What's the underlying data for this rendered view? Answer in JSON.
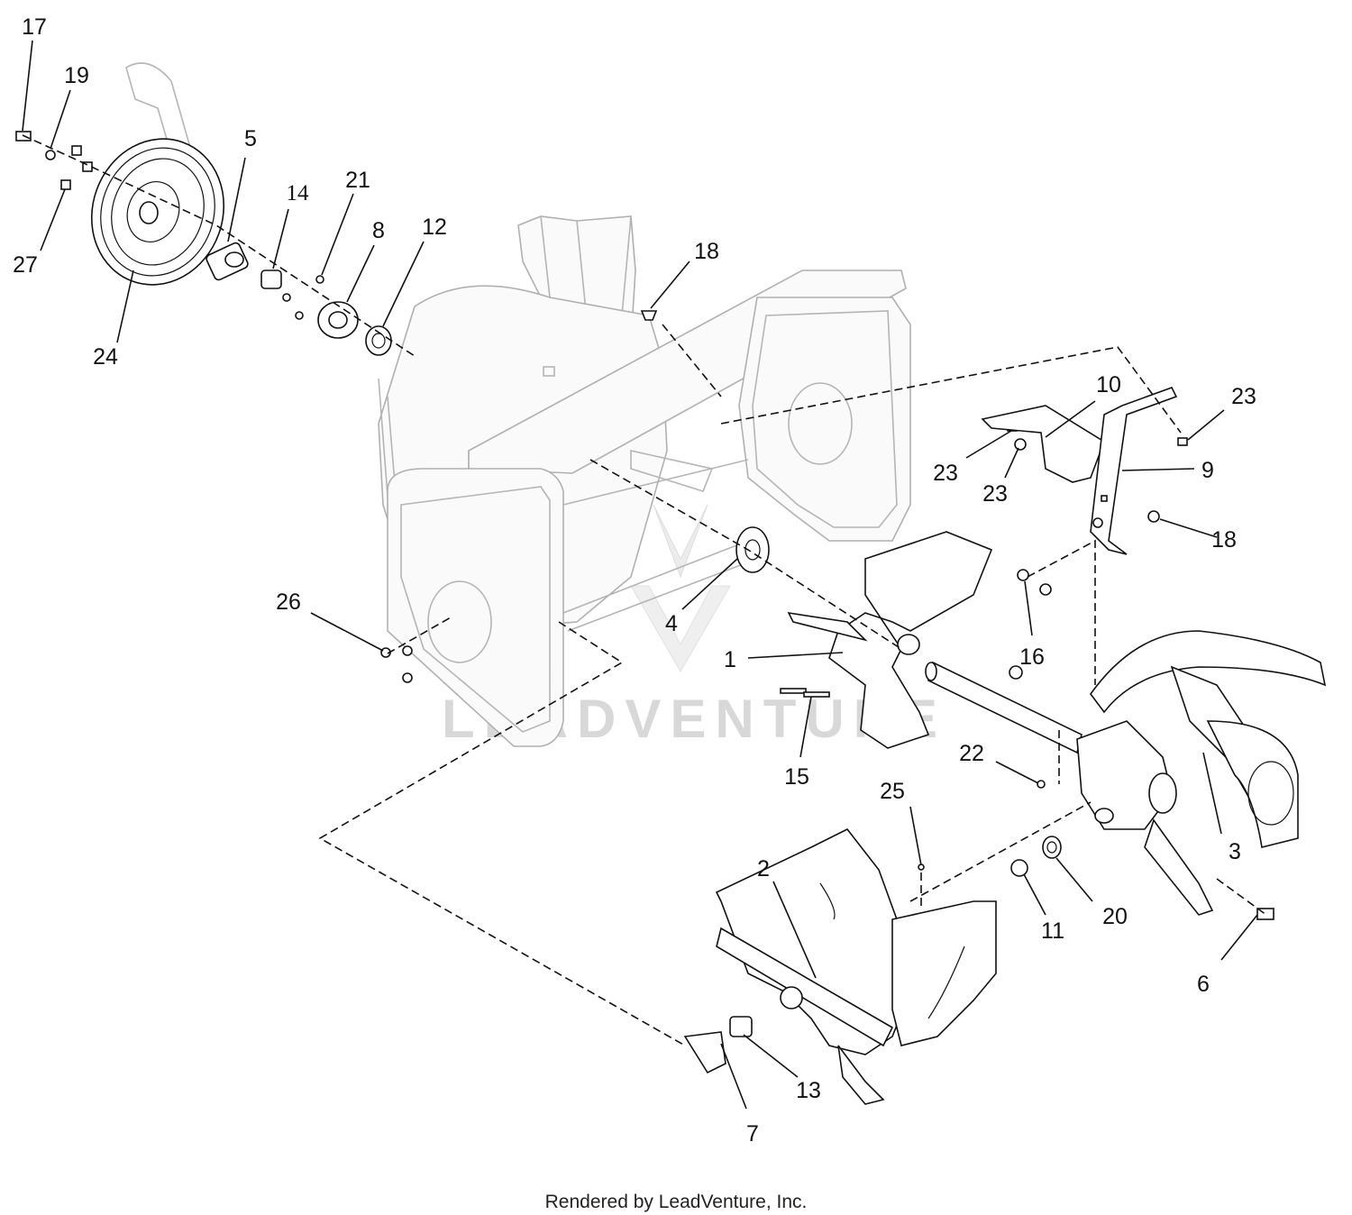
{
  "labels": {
    "p1": "1",
    "p2": "2",
    "p3": "3",
    "p4": "4",
    "p5": "5",
    "p6": "6",
    "p7": "7",
    "p8": "8",
    "p9": "9",
    "p10": "10",
    "p11": "11",
    "p12": "12",
    "p13": "13",
    "p14": "14",
    "p15": "15",
    "p16": "16",
    "p17": "17",
    "p18a": "18",
    "p18b": "18",
    "p19": "19",
    "p20": "20",
    "p21": "21",
    "p22": "22",
    "p23a": "23",
    "p23b": "23",
    "p23c": "23",
    "p24": "24",
    "p25": "25",
    "p26": "26",
    "p27": "27"
  },
  "watermark": "LEADVENTURE",
  "footer": "Rendered by LeadVenture, Inc."
}
